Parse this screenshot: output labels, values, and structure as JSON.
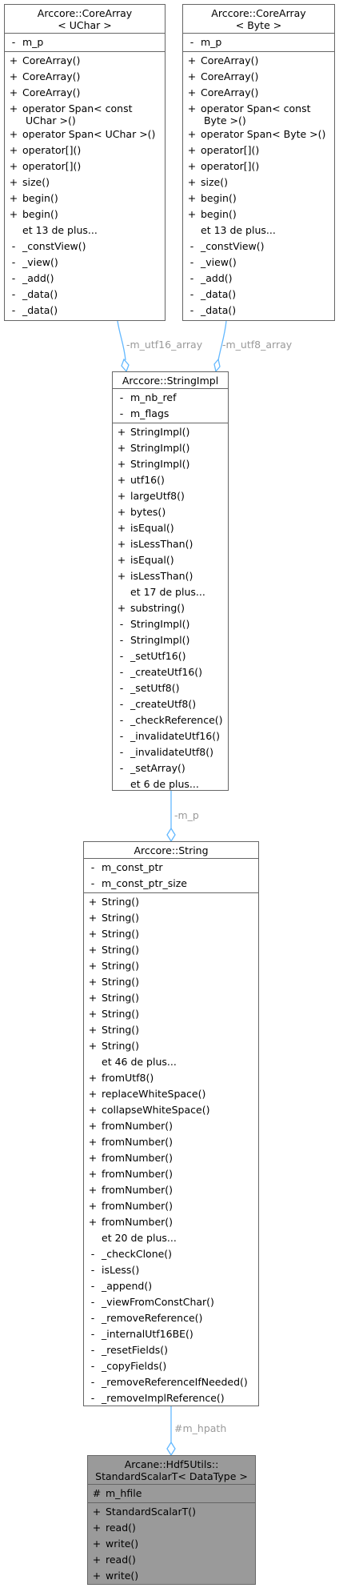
{
  "classes": {
    "core_array_uchar": {
      "title": [
        "Arccore::CoreArray",
        "< UChar >"
      ],
      "attributes": [
        {
          "sym": "-",
          "name": "m_p"
        }
      ],
      "methods": [
        {
          "sym": "+",
          "name": "CoreArray()"
        },
        {
          "sym": "+",
          "name": "CoreArray()"
        },
        {
          "sym": "+",
          "name": "CoreArray()"
        },
        {
          "sym": "+",
          "name": "operator Span< const\n UChar >()"
        },
        {
          "sym": "+",
          "name": "operator Span< UChar >()"
        },
        {
          "sym": "+",
          "name": "operator[]()"
        },
        {
          "sym": "+",
          "name": "operator[]()"
        },
        {
          "sym": "+",
          "name": "size()"
        },
        {
          "sym": "+",
          "name": "begin()"
        },
        {
          "sym": "+",
          "name": "begin()"
        },
        {
          "sym": "",
          "name": "et 13 de plus..."
        },
        {
          "sym": "-",
          "name": "_constView()"
        },
        {
          "sym": "-",
          "name": "_view()"
        },
        {
          "sym": "-",
          "name": "_add()"
        },
        {
          "sym": "-",
          "name": "_data()"
        },
        {
          "sym": "-",
          "name": "_data()"
        }
      ]
    },
    "core_array_byte": {
      "title": [
        "Arccore::CoreArray",
        "< Byte >"
      ],
      "attributes": [
        {
          "sym": "-",
          "name": "m_p"
        }
      ],
      "methods": [
        {
          "sym": "+",
          "name": "CoreArray()"
        },
        {
          "sym": "+",
          "name": "CoreArray()"
        },
        {
          "sym": "+",
          "name": "CoreArray()"
        },
        {
          "sym": "+",
          "name": "operator Span< const\n Byte >()"
        },
        {
          "sym": "+",
          "name": "operator Span< Byte >()"
        },
        {
          "sym": "+",
          "name": "operator[]()"
        },
        {
          "sym": "+",
          "name": "operator[]()"
        },
        {
          "sym": "+",
          "name": "size()"
        },
        {
          "sym": "+",
          "name": "begin()"
        },
        {
          "sym": "+",
          "name": "begin()"
        },
        {
          "sym": "",
          "name": "et 13 de plus..."
        },
        {
          "sym": "-",
          "name": "_constView()"
        },
        {
          "sym": "-",
          "name": "_view()"
        },
        {
          "sym": "-",
          "name": "_add()"
        },
        {
          "sym": "-",
          "name": "_data()"
        },
        {
          "sym": "-",
          "name": "_data()"
        }
      ]
    },
    "string_impl": {
      "title": [
        "Arccore::StringImpl"
      ],
      "attributes": [
        {
          "sym": "-",
          "name": "m_nb_ref"
        },
        {
          "sym": "-",
          "name": "m_flags"
        }
      ],
      "methods": [
        {
          "sym": "+",
          "name": "StringImpl()"
        },
        {
          "sym": "+",
          "name": "StringImpl()"
        },
        {
          "sym": "+",
          "name": "StringImpl()"
        },
        {
          "sym": "+",
          "name": "utf16()"
        },
        {
          "sym": "+",
          "name": "largeUtf8()"
        },
        {
          "sym": "+",
          "name": "bytes()"
        },
        {
          "sym": "+",
          "name": "isEqual()"
        },
        {
          "sym": "+",
          "name": "isLessThan()"
        },
        {
          "sym": "+",
          "name": "isEqual()"
        },
        {
          "sym": "+",
          "name": "isLessThan()"
        },
        {
          "sym": "",
          "name": "et 17 de plus..."
        },
        {
          "sym": "+",
          "name": "substring()"
        },
        {
          "sym": "-",
          "name": "StringImpl()"
        },
        {
          "sym": "-",
          "name": "StringImpl()"
        },
        {
          "sym": "-",
          "name": "_setUtf16()"
        },
        {
          "sym": "-",
          "name": "_createUtf16()"
        },
        {
          "sym": "-",
          "name": "_setUtf8()"
        },
        {
          "sym": "-",
          "name": "_createUtf8()"
        },
        {
          "sym": "-",
          "name": "_checkReference()"
        },
        {
          "sym": "-",
          "name": "_invalidateUtf16()"
        },
        {
          "sym": "-",
          "name": "_invalidateUtf8()"
        },
        {
          "sym": "-",
          "name": "_setArray()"
        },
        {
          "sym": "",
          "name": "et 6 de plus..."
        }
      ]
    },
    "string": {
      "title": [
        "Arccore::String"
      ],
      "attributes": [
        {
          "sym": "-",
          "name": "m_const_ptr"
        },
        {
          "sym": "-",
          "name": "m_const_ptr_size"
        }
      ],
      "methods": [
        {
          "sym": "+",
          "name": "String()"
        },
        {
          "sym": "+",
          "name": "String()"
        },
        {
          "sym": "+",
          "name": "String()"
        },
        {
          "sym": "+",
          "name": "String()"
        },
        {
          "sym": "+",
          "name": "String()"
        },
        {
          "sym": "+",
          "name": "String()"
        },
        {
          "sym": "+",
          "name": "String()"
        },
        {
          "sym": "+",
          "name": "String()"
        },
        {
          "sym": "+",
          "name": "String()"
        },
        {
          "sym": "+",
          "name": "String()"
        },
        {
          "sym": "",
          "name": "et 46 de plus..."
        },
        {
          "sym": "+",
          "name": "fromUtf8()"
        },
        {
          "sym": "+",
          "name": "replaceWhiteSpace()"
        },
        {
          "sym": "+",
          "name": "collapseWhiteSpace()"
        },
        {
          "sym": "+",
          "name": "fromNumber()"
        },
        {
          "sym": "+",
          "name": "fromNumber()"
        },
        {
          "sym": "+",
          "name": "fromNumber()"
        },
        {
          "sym": "+",
          "name": "fromNumber()"
        },
        {
          "sym": "+",
          "name": "fromNumber()"
        },
        {
          "sym": "+",
          "name": "fromNumber()"
        },
        {
          "sym": "+",
          "name": "fromNumber()"
        },
        {
          "sym": "",
          "name": "et 20 de plus..."
        },
        {
          "sym": "-",
          "name": "_checkClone()"
        },
        {
          "sym": "-",
          "name": "isLess()"
        },
        {
          "sym": "-",
          "name": "_append()"
        },
        {
          "sym": "-",
          "name": "_viewFromConstChar()"
        },
        {
          "sym": "-",
          "name": "_removeReference()"
        },
        {
          "sym": "-",
          "name": "_internalUtf16BE()"
        },
        {
          "sym": "-",
          "name": "_resetFields()"
        },
        {
          "sym": "-",
          "name": "_copyFields()"
        },
        {
          "sym": "-",
          "name": "_removeReferenceIfNeeded()"
        },
        {
          "sym": "-",
          "name": "_removeImplReference()"
        }
      ]
    },
    "standard_scalar": {
      "title": [
        "Arcane::Hdf5Utils::",
        "StandardScalarT< DataType >"
      ],
      "attributes": [
        {
          "sym": "#",
          "name": "m_hfile"
        }
      ],
      "methods": [
        {
          "sym": "+",
          "name": "StandardScalarT()"
        },
        {
          "sym": "+",
          "name": "read()"
        },
        {
          "sym": "+",
          "name": "write()"
        },
        {
          "sym": "+",
          "name": "read()"
        },
        {
          "sym": "+",
          "name": "write()"
        }
      ]
    }
  },
  "edges": {
    "utf16": "-m_utf16_array",
    "utf8": "-m_utf8_array",
    "p": "-m_p",
    "hpath": "#m_hpath"
  },
  "colors": {
    "edge_uchar": "#63b8ff",
    "edge_byte": "#63b8ff",
    "edge_p": "#63b8ff",
    "edge_hpath": "#63b8ff",
    "label": "#9a9a9a",
    "border": "#666666",
    "highlight": "#9a9a9a"
  }
}
